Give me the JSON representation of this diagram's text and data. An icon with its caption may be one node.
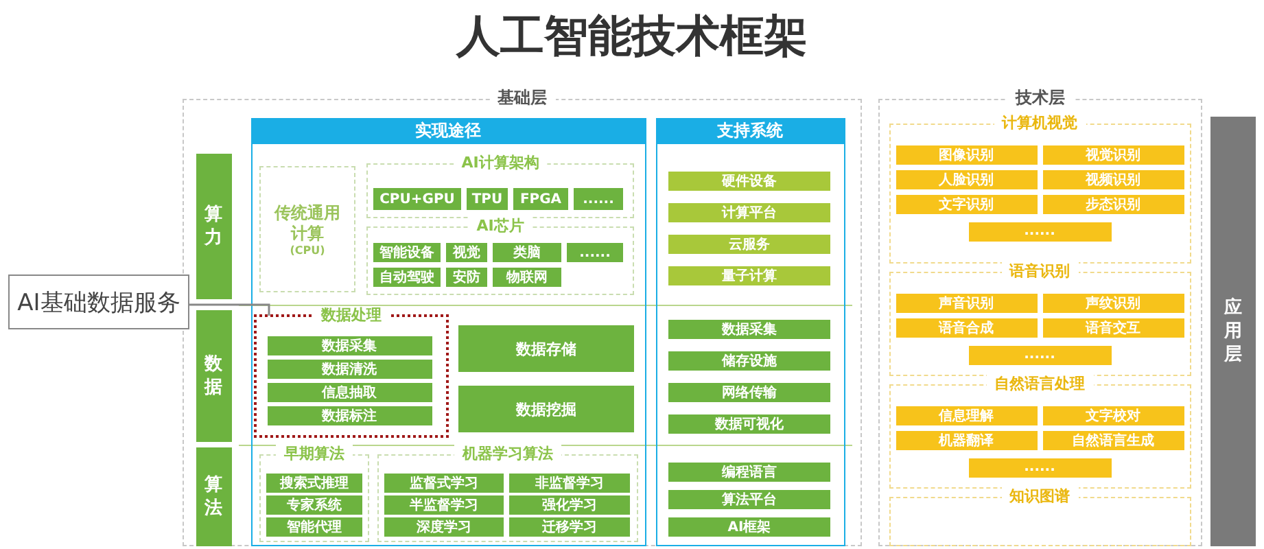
{
  "diagram": {
    "title": "人工智能技术框架",
    "nodes": [
      {
        "text": [
          "基础层"
        ]
      },
      {
        "text": [
          "实现途径"
        ],
        "in": 0
      },
      {
        "text": [
          "支持系统"
        ],
        "in": 0
      },
      {
        "text": [
          "算力"
        ],
        "in": 0
      },
      {
        "text": [
          "传统通用计算",
          "(CPU)"
        ],
        "in": 1
      },
      {
        "text": [
          "AI计算架构"
        ],
        "in": 1
      },
      {
        "text": [
          "CPU+GPU"
        ],
        "in": 5
      },
      {
        "text": [
          "TPU"
        ],
        "in": 5
      },
      {
        "text": [
          "FPGA"
        ],
        "in": 5
      },
      {
        "text": [
          "......"
        ],
        "in": 5
      },
      {
        "text": [
          "AI芯片"
        ],
        "in": 1
      },
      {
        "text": [
          "智能设备"
        ],
        "in": 10
      },
      {
        "text": [
          "视觉"
        ],
        "in": 10
      },
      {
        "text": [
          "类脑"
        ],
        "in": 10
      },
      {
        "text": [
          "......"
        ],
        "in": 10
      },
      {
        "text": [
          "自动驾驶"
        ],
        "in": 10
      },
      {
        "text": [
          "安防"
        ],
        "in": 10
      },
      {
        "text": [
          "物联网"
        ],
        "in": 10
      },
      {
        "text": [
          "硬件设备"
        ],
        "in": 2
      },
      {
        "text": [
          "计算平台"
        ],
        "in": 2
      },
      {
        "text": [
          "云服务"
        ],
        "in": 2
      },
      {
        "text": [
          "量子计算"
        ],
        "in": 2
      },
      {
        "text": [
          "数据"
        ],
        "in": 0
      },
      {
        "text": [
          "数据处理"
        ],
        "in": 1
      },
      {
        "text": [
          "数据采集"
        ],
        "in": 23
      },
      {
        "text": [
          "数据清洗"
        ],
        "in": 23
      },
      {
        "text": [
          "信息抽取"
        ],
        "in": 23
      },
      {
        "text": [
          "数据标注"
        ],
        "in": 23
      },
      {
        "text": [
          "数据存储"
        ],
        "in": 1
      },
      {
        "text": [
          "数据挖掘"
        ],
        "in": 1
      },
      {
        "text": [
          "数据采集"
        ],
        "in": 2
      },
      {
        "text": [
          "储存设施"
        ],
        "in": 2
      },
      {
        "text": [
          "网络传输"
        ],
        "in": 2
      },
      {
        "text": [
          "数据可视化"
        ],
        "in": 2
      },
      {
        "text": [
          "算法"
        ],
        "in": 0
      },
      {
        "text": [
          "早期算法"
        ],
        "in": 1
      },
      {
        "text": [
          "搜索式推理"
        ],
        "in": 35
      },
      {
        "text": [
          "专家系统"
        ],
        "in": 35
      },
      {
        "text": [
          "智能代理"
        ],
        "in": 35
      },
      {
        "text": [
          "机器学习算法"
        ],
        "in": 1
      },
      {
        "text": [
          "监督式学习"
        ],
        "in": 39
      },
      {
        "text": [
          "非监督学习"
        ],
        "in": 39
      },
      {
        "text": [
          "半监督学习"
        ],
        "in": 39
      },
      {
        "text": [
          "强化学习"
        ],
        "in": 39
      },
      {
        "text": [
          "深度学习"
        ],
        "in": 39
      },
      {
        "text": [
          "迁移学习"
        ],
        "in": 39
      },
      {
        "text": [
          "编程语言"
        ],
        "in": 2
      },
      {
        "text": [
          "算法平台"
        ],
        "in": 2
      },
      {
        "text": [
          "AI框架"
        ],
        "in": 2
      },
      {
        "text": [
          "技术层"
        ]
      },
      {
        "text": [
          "计算机视觉"
        ],
        "in": 49
      },
      {
        "text": [
          "图像识别"
        ],
        "in": 50
      },
      {
        "text": [
          "视觉识别"
        ],
        "in": 50
      },
      {
        "text": [
          "人脸识别"
        ],
        "in": 50
      },
      {
        "text": [
          "视频识别"
        ],
        "in": 50
      },
      {
        "text": [
          "文字识别"
        ],
        "in": 50
      },
      {
        "text": [
          "步态识别"
        ],
        "in": 50
      },
      {
        "text": [
          "......"
        ],
        "in": 50
      },
      {
        "text": [
          "语音识别"
        ],
        "in": 49
      },
      {
        "text": [
          "声音识别"
        ],
        "in": 58
      },
      {
        "text": [
          "声纹识别"
        ],
        "in": 58
      },
      {
        "text": [
          "语音合成"
        ],
        "in": 58
      },
      {
        "text": [
          "语音交互"
        ],
        "in": 58
      },
      {
        "text": [
          "......"
        ],
        "in": 58
      },
      {
        "text": [
          "自然语言处理"
        ],
        "in": 49
      },
      {
        "text": [
          "信息理解"
        ],
        "in": 64
      },
      {
        "text": [
          "文字校对"
        ],
        "in": 64
      },
      {
        "text": [
          "机器翻译"
        ],
        "in": 64
      },
      {
        "text": [
          "自然语言生成"
        ],
        "in": 64
      },
      {
        "text": [
          "......"
        ],
        "in": 64
      },
      {
        "text": [
          "知识图谱"
        ],
        "in": 49
      },
      {
        "text": [
          "应用层"
        ]
      },
      {
        "text": [
          "AI基础数据服务"
        ]
      }
    ],
    "edges": [
      {
        "from": 72,
        "to": 23,
        "arrow": "none"
      }
    ]
  }
}
